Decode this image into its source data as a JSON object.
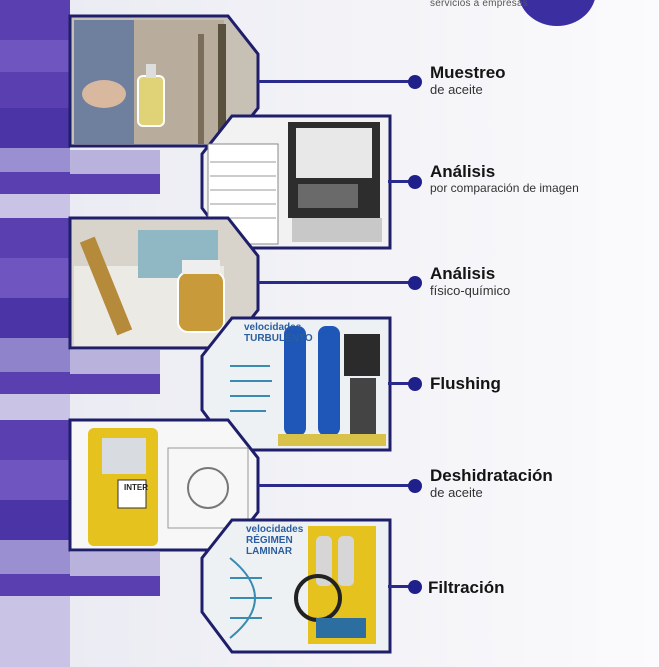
{
  "brand_text": "servicios a empresas",
  "services": [
    {
      "title": "Muestreo",
      "subtitle": "de aceite",
      "icon": "oil-sampling-photo"
    },
    {
      "title": "Análisis",
      "subtitle": "por comparación de imagen",
      "icon": "image-comparison-analysis-photo"
    },
    {
      "title": "Análisis",
      "subtitle": "físico-químico",
      "icon": "physico-chemical-analysis-photo"
    },
    {
      "title": "Flushing",
      "subtitle": "",
      "icon": "flushing-equipment-photo"
    },
    {
      "title": "Deshidratación",
      "subtitle": "de aceite",
      "icon": "oil-dehydration-photo"
    },
    {
      "title": "Filtración",
      "subtitle": "",
      "icon": "filtration-equipment-photo"
    }
  ],
  "photo_text": {
    "turbulent": "velocidades TURBULENTO",
    "laminar": "velocidades RÉGIMEN LAMINAR",
    "inter": "INTER"
  },
  "colors": {
    "accent": "#2a2a8c",
    "stripe_dark": "#3f2a9a",
    "stripe_light": "#b9b2dc",
    "panel_border": "#1e1e6a"
  }
}
